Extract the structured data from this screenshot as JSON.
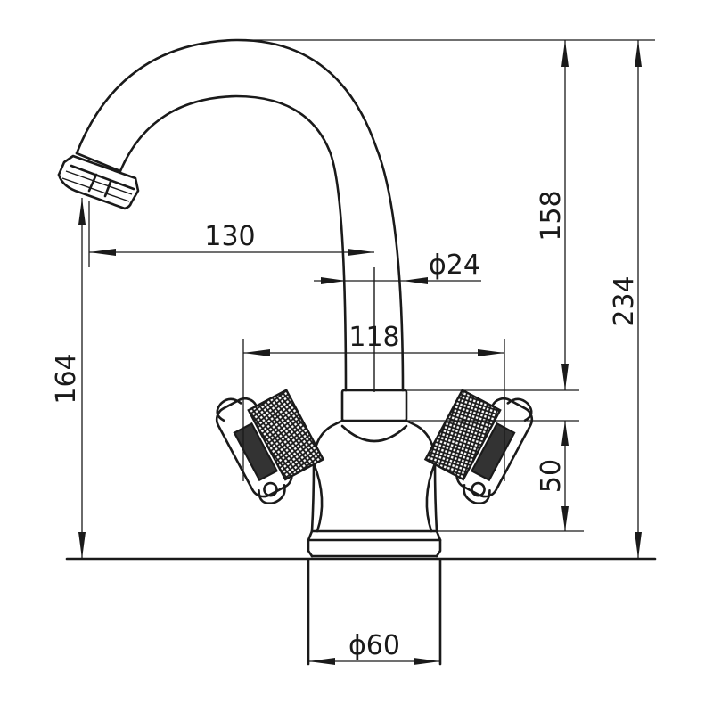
{
  "dimensions": {
    "spout_reach": "130",
    "pipe_diameter": "ϕ24",
    "handle_span": "118",
    "spout_height": "164",
    "body_to_top": "158",
    "total_height": "234",
    "body_height": "50",
    "base_diameter": "ϕ60"
  },
  "colors": {
    "line": "#1a1a1a",
    "background": "#ffffff"
  }
}
